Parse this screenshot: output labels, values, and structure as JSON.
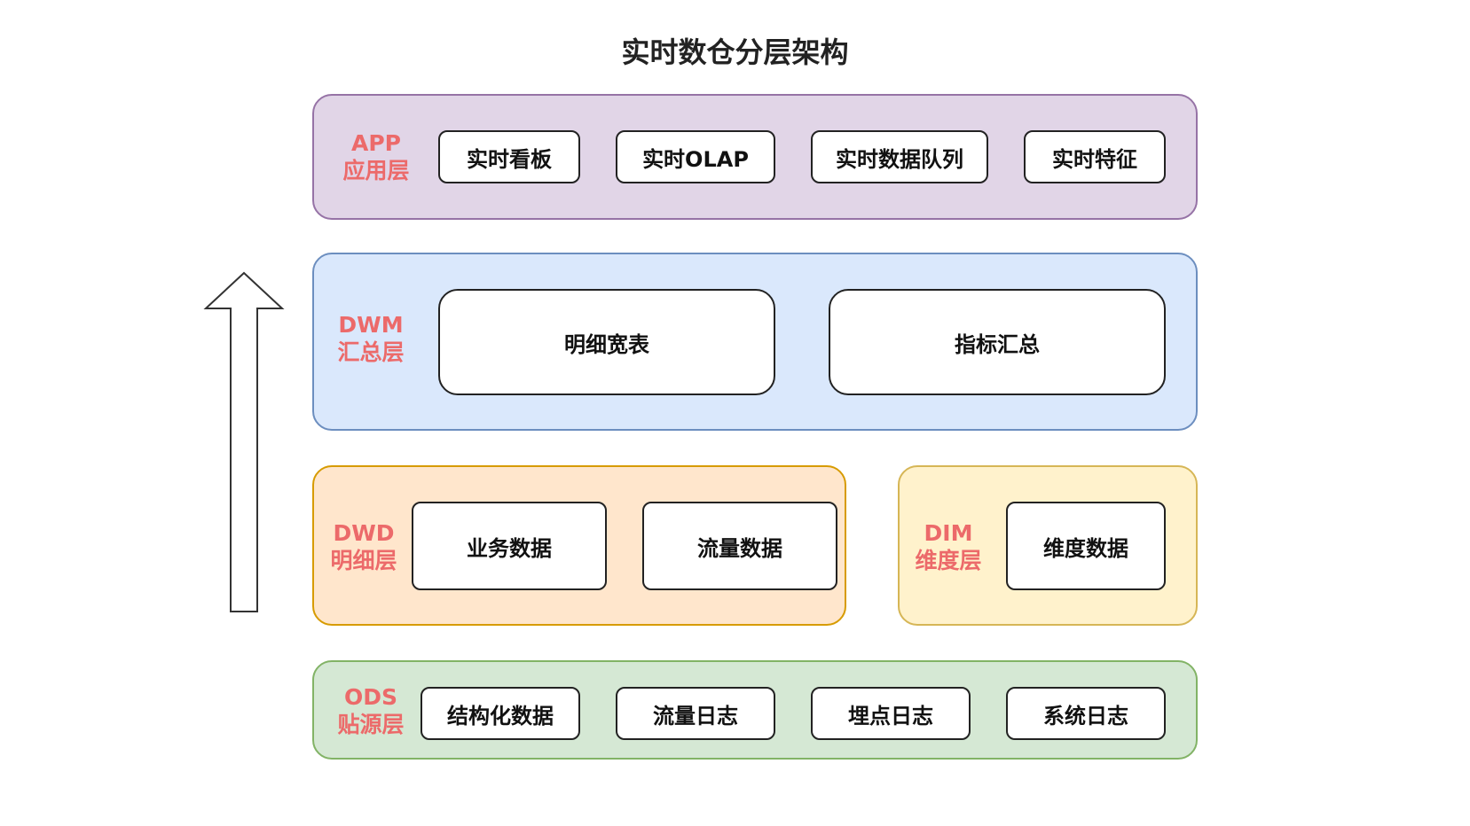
{
  "title": "实时数仓分层架构",
  "layers": {
    "app": {
      "name": "APP",
      "subtitle": "应用层",
      "items": [
        "实时看板",
        "实时OLAP",
        "实时数据队列",
        "实时特征"
      ]
    },
    "dwm": {
      "name": "DWM",
      "subtitle": "汇总层",
      "items": [
        "明细宽表",
        "指标汇总"
      ]
    },
    "dwd": {
      "name": "DWD",
      "subtitle": "明细层",
      "items": [
        "业务数据",
        "流量数据"
      ]
    },
    "dim": {
      "name": "DIM",
      "subtitle": "维度层",
      "items": [
        "维度数据"
      ]
    },
    "ods": {
      "name": "ODS",
      "subtitle": "贴源层",
      "items": [
        "结构化数据",
        "流量日志",
        "埋点日志",
        "系统日志"
      ]
    }
  },
  "colors": {
    "app_fill": "#e1d5e7",
    "app_border": "#9673a6",
    "dwm_fill": "#dae8fc",
    "dwm_border": "#6c8ebf",
    "dwd_fill": "#ffe6cc",
    "dwd_border": "#d79b00",
    "dim_fill": "#fff2cc",
    "dim_border": "#d6b656",
    "ods_fill": "#d5e8d4",
    "ods_border": "#82b366",
    "label": "#ec6a6a"
  },
  "icons": {
    "flow_arrow": "up-arrow-icon"
  }
}
